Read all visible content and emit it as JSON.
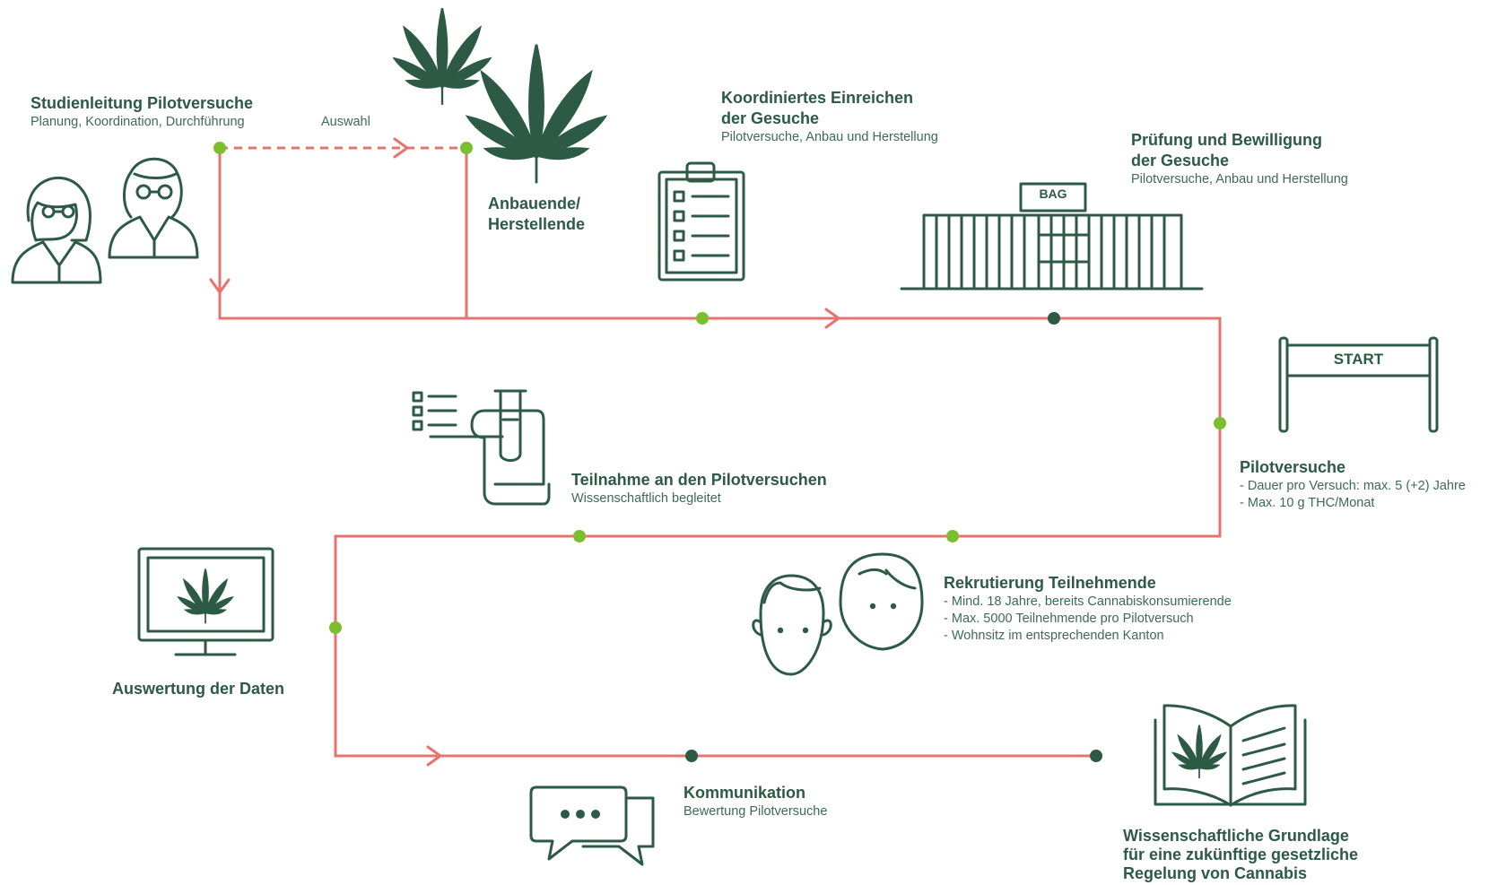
{
  "colors": {
    "line": "#e8736e",
    "dot_green": "#7cbf2e",
    "dot_dark": "#2d5a45",
    "text": "#2d5a45"
  },
  "steps": {
    "studienleitung": {
      "title": "Studienleitung Pilotversuche",
      "subtitle": "Planung, Koordination, Durchführung"
    },
    "auswahl": "Auswahl",
    "anbauende": {
      "line1": "Anbauende/",
      "line2": "Herstellende"
    },
    "koordiniertes": {
      "line1": "Koordiniertes Einreichen",
      "line2": "der Gesuche",
      "subtitle": "Pilotversuche, Anbau und Herstellung"
    },
    "pruefung": {
      "line1": "Prüfung und Bewilligung",
      "line2": "der Gesuche",
      "subtitle": "Pilotversuche, Anbau und Herstellung",
      "building_sign": "BAG"
    },
    "pilotversuche": {
      "sign": "START",
      "title": "Pilotversuche",
      "items": [
        "Dauer pro Versuch: max. 5 (+2) Jahre",
        "Max. 10 g THC/Monat"
      ]
    },
    "teilnahme": {
      "title": "Teilnahme an den Pilotversuchen",
      "subtitle": "Wissenschaftlich begleitet"
    },
    "rekrutierung": {
      "title": "Rekrutierung Teilnehmende",
      "items": [
        "Mind. 18 Jahre, bereits Cannabiskonsumierende",
        "Max. 5000 Teilnehmende pro Pilotversuch",
        "Wohnsitz im entsprechenden Kanton"
      ]
    },
    "auswertung": {
      "title": "Auswertung der Daten"
    },
    "kommunikation": {
      "title": "Kommunikation",
      "subtitle": "Bewertung Pilotversuche"
    },
    "grundlage": {
      "line1": "Wissenschaftliche Grundlage",
      "line2": "für eine zukünftige gesetzliche",
      "line3": "Regelung von Cannabis"
    }
  },
  "icons": [
    "scientists-icon",
    "cannabis-leaf-icon",
    "clipboard-checklist-icon",
    "bag-building-icon",
    "start-banner-icon",
    "test-tube-document-icon",
    "participants-icon",
    "monitor-cannabis-icon",
    "chat-bubbles-icon",
    "open-book-cannabis-icon"
  ]
}
